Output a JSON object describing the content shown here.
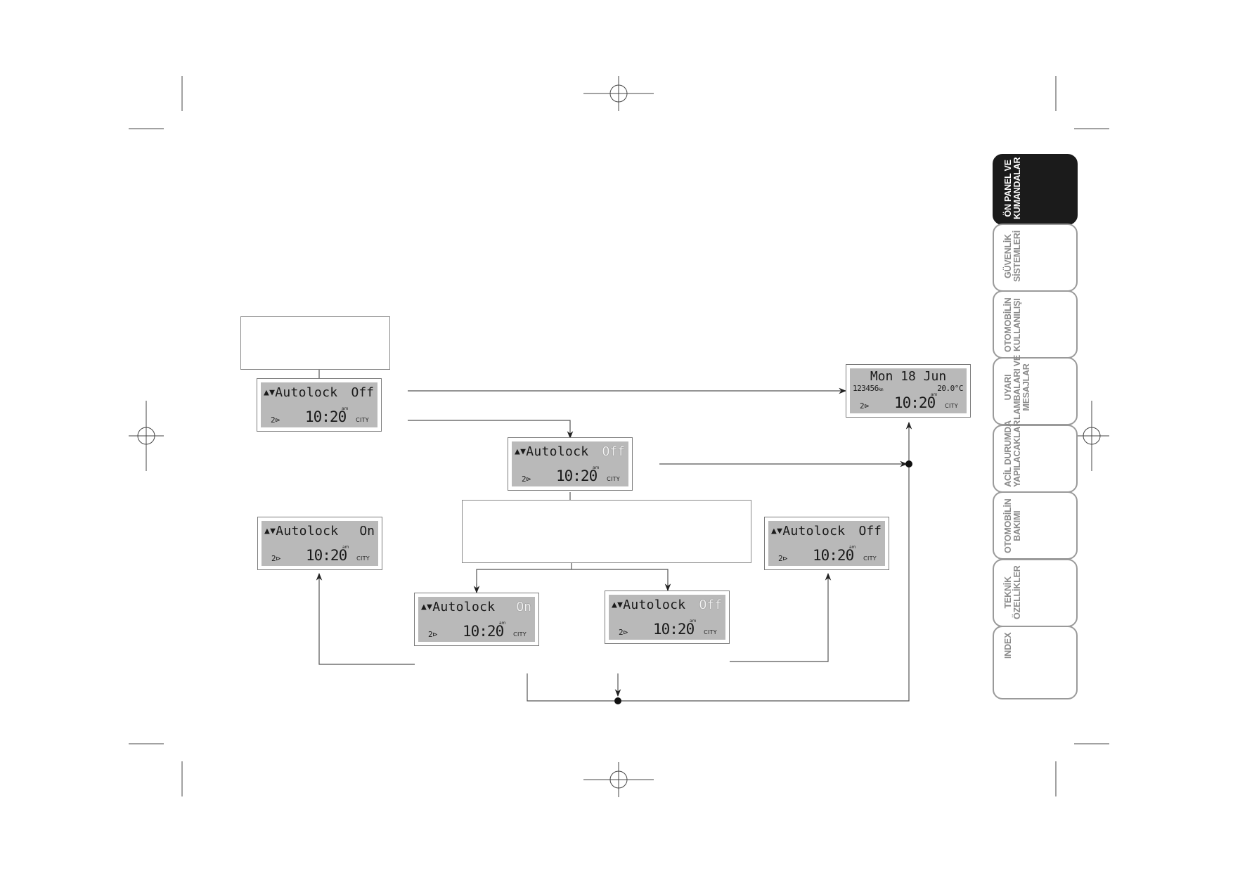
{
  "diagram": {
    "lcd_start": {
      "label": "Autolock",
      "state": "Off",
      "gear": "2",
      "time": "10:20",
      "ampm": "am",
      "mode": "CITY"
    },
    "lcd_select": {
      "label": "Autolock",
      "state": "Off",
      "gear": "2",
      "time": "10:20",
      "ampm": "am",
      "mode": "CITY"
    },
    "lcd_result_on": {
      "label": "Autolock",
      "state": "On",
      "gear": "2",
      "time": "10:20",
      "ampm": "am",
      "mode": "CITY"
    },
    "lcd_option_on": {
      "label": "Autolock",
      "state": "On",
      "gear": "2",
      "time": "10:20",
      "ampm": "am",
      "mode": "CITY"
    },
    "lcd_option_off": {
      "label": "Autolock",
      "state": "Off",
      "gear": "2",
      "time": "10:20",
      "ampm": "am",
      "mode": "CITY"
    },
    "lcd_result_off": {
      "label": "Autolock",
      "state": "Off",
      "gear": "2",
      "time": "10:20",
      "ampm": "am",
      "mode": "CITY"
    },
    "lcd_home": {
      "date": "Mon 18 Jun",
      "odometer": "123456",
      "odo_unit": "km",
      "temperature": "20.0°C",
      "gear": "2",
      "time": "10:20",
      "ampm": "am",
      "mode": "CITY"
    }
  },
  "tabs": [
    {
      "label": "ÖN PANEL VE\nKUMANDALAR",
      "active": true
    },
    {
      "label": "GÜVENLİK\nSİSTEMLERİ",
      "active": false
    },
    {
      "label": "OTOMOBİLİN\nKULLANILIŞI",
      "active": false
    },
    {
      "label": "UYARI\nLAMBALARI VE\nMESAJLAR",
      "active": false
    },
    {
      "label": "ACİL DURUMDA\nYAPILACAKLAR",
      "active": false
    },
    {
      "label": "OTOMOBİLİN\nBAKIMI",
      "active": false
    },
    {
      "label": "TEKNİK\nÖZELLİKLER",
      "active": false
    },
    {
      "label": "INDEX",
      "active": false
    }
  ],
  "colors": {
    "lcd_screen": "#b9b9b9",
    "active_tab": "#1b1b1b",
    "tab_border": "#9a9a9a",
    "line": "#555555"
  }
}
